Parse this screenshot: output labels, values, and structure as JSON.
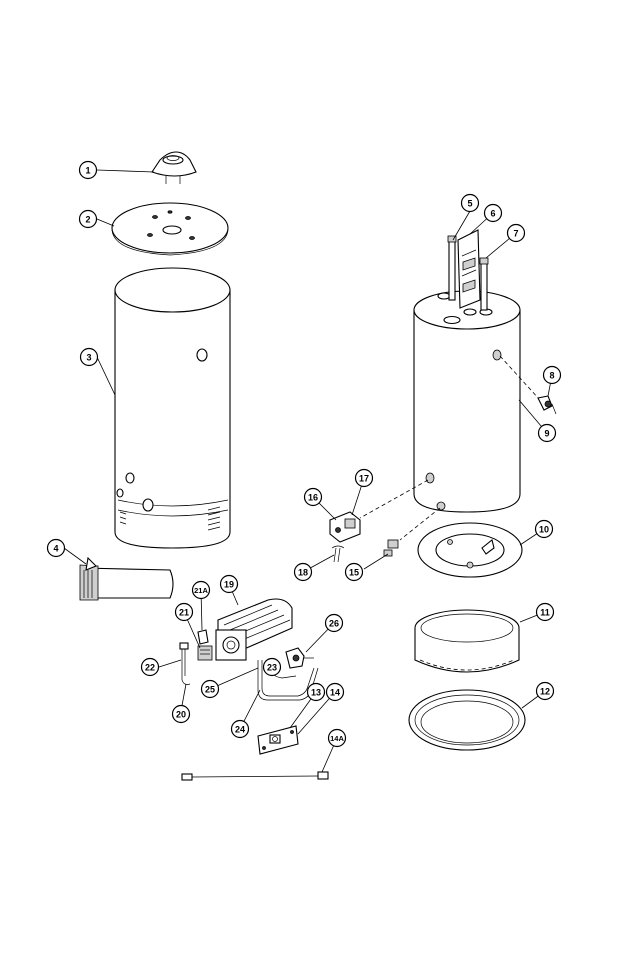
{
  "diagram": {
    "callouts": [
      {
        "id": "1"
      },
      {
        "id": "2"
      },
      {
        "id": "3"
      },
      {
        "id": "4"
      },
      {
        "id": "5"
      },
      {
        "id": "6"
      },
      {
        "id": "7"
      },
      {
        "id": "8"
      },
      {
        "id": "9"
      },
      {
        "id": "10"
      },
      {
        "id": "11"
      },
      {
        "id": "12"
      },
      {
        "id": "13"
      },
      {
        "id": "14"
      },
      {
        "id": "14A"
      },
      {
        "id": "15"
      },
      {
        "id": "16"
      },
      {
        "id": "17"
      },
      {
        "id": "18"
      },
      {
        "id": "19"
      },
      {
        "id": "20"
      },
      {
        "id": "21"
      },
      {
        "id": "21A"
      },
      {
        "id": "22"
      },
      {
        "id": "23"
      },
      {
        "id": "24"
      },
      {
        "id": "25"
      },
      {
        "id": "26"
      }
    ]
  }
}
